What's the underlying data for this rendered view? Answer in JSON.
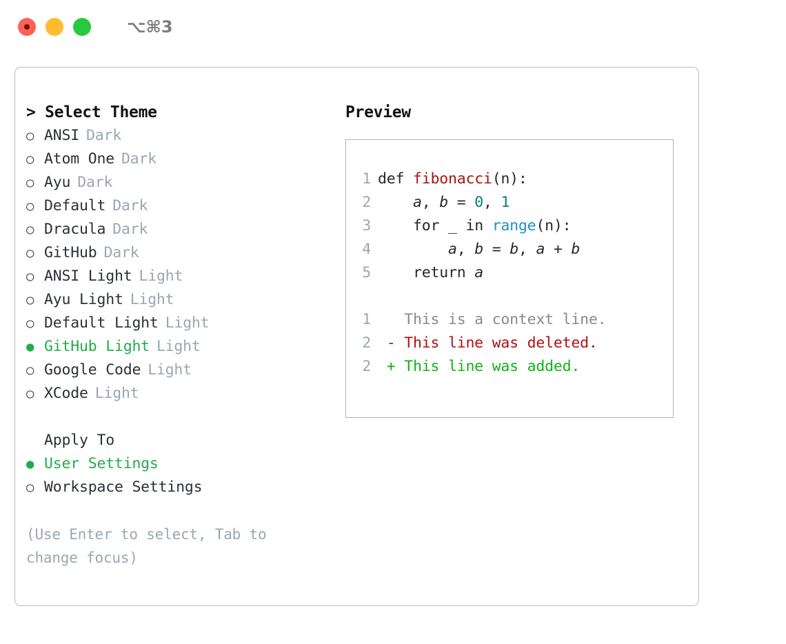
{
  "window": {
    "shortcut": "⌥⌘3",
    "traffic_lights": [
      {
        "name": "close",
        "color": "#ff5f57"
      },
      {
        "name": "minimize",
        "color": "#febc2e"
      },
      {
        "name": "maximize",
        "color": "#28c840"
      }
    ]
  },
  "theme_selector": {
    "title": "> Select Theme",
    "marker_selected": "●",
    "marker_unselected": "○",
    "accent_color": "#22ac4b",
    "badge_color": "#9ba6b4",
    "options": [
      {
        "label": "ANSI",
        "badge": "Dark",
        "selected": false
      },
      {
        "label": "Atom One",
        "badge": "Dark",
        "selected": false
      },
      {
        "label": "Ayu",
        "badge": "Dark",
        "selected": false
      },
      {
        "label": "Default",
        "badge": "Dark",
        "selected": false
      },
      {
        "label": "Dracula",
        "badge": "Dark",
        "selected": false
      },
      {
        "label": "GitHub",
        "badge": "Dark",
        "selected": false
      },
      {
        "label": "ANSI Light",
        "badge": "Light",
        "selected": false
      },
      {
        "label": "Ayu Light",
        "badge": "Light",
        "selected": false
      },
      {
        "label": "Default Light",
        "badge": "Light",
        "selected": false
      },
      {
        "label": "GitHub Light",
        "badge": "Light",
        "selected": true
      },
      {
        "label": "Google Code",
        "badge": "Light",
        "selected": false
      },
      {
        "label": "XCode",
        "badge": "Light",
        "selected": false
      }
    ]
  },
  "apply_to": {
    "title": "Apply To",
    "options": [
      {
        "label": "User Settings",
        "selected": true
      },
      {
        "label": "Workspace Settings",
        "selected": false
      }
    ]
  },
  "hint": "(Use Enter to select, Tab to change focus)",
  "preview": {
    "title": "Preview",
    "code_lines": [
      {
        "num": "1",
        "tokens": [
          {
            "text": "def ",
            "style": "kw"
          },
          {
            "text": "fibonacci",
            "style": "fn"
          },
          {
            "text": "(n):",
            "style": "plain"
          }
        ]
      },
      {
        "num": "2",
        "tokens": [
          {
            "text": "    ",
            "style": "plain"
          },
          {
            "text": "a",
            "style": "var"
          },
          {
            "text": ", ",
            "style": "plain"
          },
          {
            "text": "b",
            "style": "var"
          },
          {
            "text": " = ",
            "style": "plain"
          },
          {
            "text": "0",
            "style": "num"
          },
          {
            "text": ", ",
            "style": "plain"
          },
          {
            "text": "1",
            "style": "num"
          }
        ]
      },
      {
        "num": "3",
        "tokens": [
          {
            "text": "    for ",
            "style": "kw"
          },
          {
            "text": "_ ",
            "style": "plain"
          },
          {
            "text": "in ",
            "style": "kw"
          },
          {
            "text": "range",
            "style": "call"
          },
          {
            "text": "(n):",
            "style": "plain"
          }
        ]
      },
      {
        "num": "4",
        "tokens": [
          {
            "text": "        ",
            "style": "plain"
          },
          {
            "text": "a",
            "style": "var"
          },
          {
            "text": ", ",
            "style": "plain"
          },
          {
            "text": "b",
            "style": "var"
          },
          {
            "text": " = ",
            "style": "plain"
          },
          {
            "text": "b",
            "style": "var"
          },
          {
            "text": ", ",
            "style": "plain"
          },
          {
            "text": "a",
            "style": "var"
          },
          {
            "text": " + ",
            "style": "plain"
          },
          {
            "text": "b",
            "style": "var"
          }
        ]
      },
      {
        "num": "5",
        "tokens": [
          {
            "text": "    return ",
            "style": "kw"
          },
          {
            "text": "a",
            "style": "var"
          }
        ]
      }
    ],
    "diff_lines": [
      {
        "num": "1",
        "marker": " ",
        "text": "This is a context line.",
        "kind": "ctx"
      },
      {
        "num": "2",
        "marker": "-",
        "text": "This line was deleted.",
        "kind": "del"
      },
      {
        "num": "2",
        "marker": "+",
        "text": "This line was added.",
        "kind": "add"
      }
    ],
    "colors": {
      "context": "#8a8a8a",
      "deleted": "#b31010",
      "added": "#12b215",
      "function": "#a9150d",
      "number": "#0a7f75",
      "call": "#1f8fc4"
    }
  }
}
